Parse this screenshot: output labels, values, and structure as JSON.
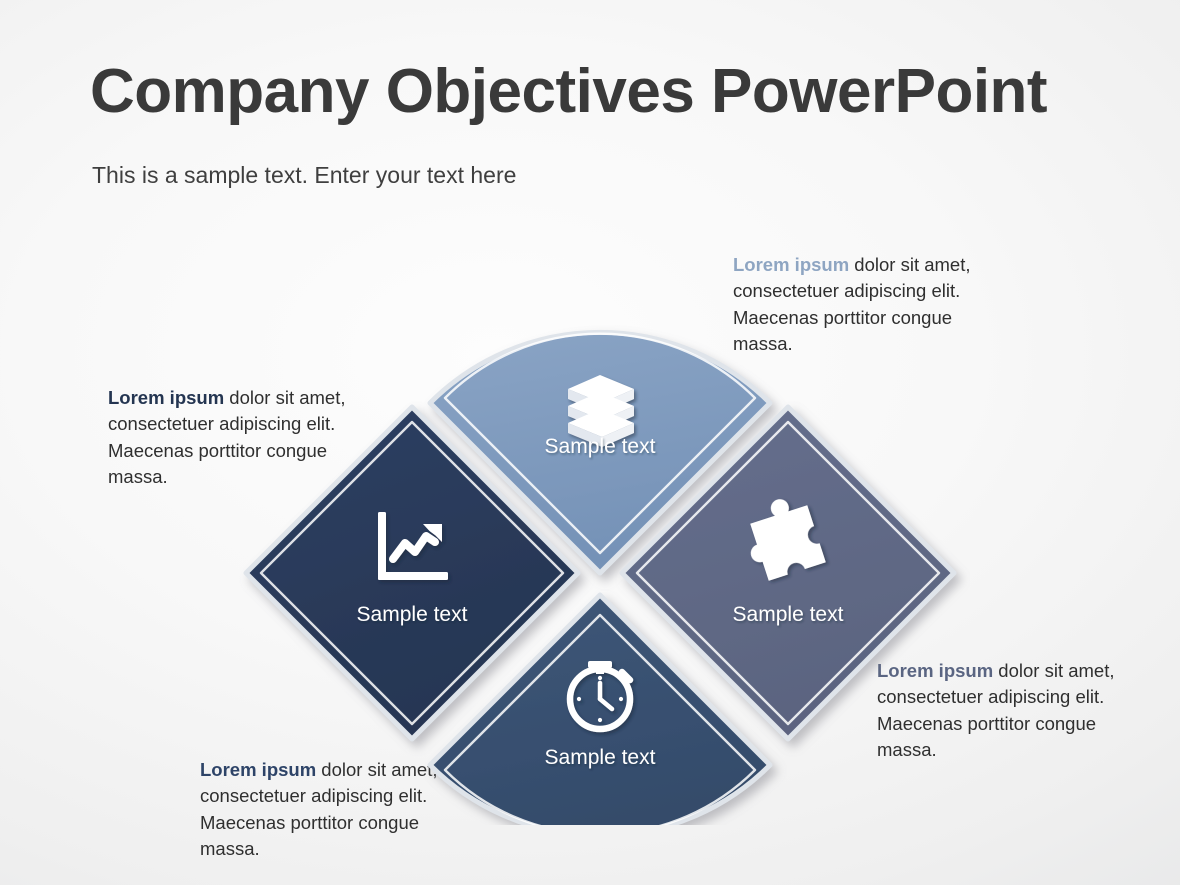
{
  "header": {
    "title": "Company Objectives PowerPoint",
    "subtitle": "This is a sample text. Enter your text here"
  },
  "colors": {
    "background_light": "#fbfbfb",
    "background_edge": "#e4e5e6",
    "title_text": "#3a3a3a",
    "body_text": "#2f2f2f",
    "segment_top": "#7e9bbf",
    "segment_left": "#2b3b5c",
    "segment_right": "#616a88",
    "segment_bottom": "#3a5272",
    "accent_top_bold": "#8ea5c2",
    "accent_left_bold": "#243551",
    "accent_bottom_bold": "#2e4468",
    "accent_right_bold": "#5a6582",
    "label_text": "#ffffff",
    "icon": "#ffffff"
  },
  "diagram": {
    "type": "four-segment-objectives-wheel",
    "segments": [
      {
        "id": "top",
        "position": "top",
        "shape": "fan-wedge-down",
        "fill": "#7e9bbf",
        "icon": "stacked-books-icon",
        "label": "Sample text"
      },
      {
        "id": "left",
        "position": "left",
        "shape": "diamond",
        "fill": "#2b3b5c",
        "icon": "growth-chart-icon",
        "label": "Sample text"
      },
      {
        "id": "right",
        "position": "right",
        "shape": "diamond",
        "fill": "#616a88",
        "icon": "puzzle-piece-icon",
        "label": "Sample text"
      },
      {
        "id": "bottom",
        "position": "bottom",
        "shape": "fan-wedge-up",
        "fill": "#3a5272",
        "icon": "stopwatch-icon",
        "label": "Sample text"
      }
    ]
  },
  "descriptions": {
    "top_right": {
      "lead": "Lorem ipsum",
      "body": " dolor sit amet, consectetuer adipiscing elit. Maecenas porttitor congue massa.",
      "lead_color": "#8ea5c2"
    },
    "left": {
      "lead": "Lorem ipsum",
      "body": " dolor sit amet, consectetuer adipiscing elit. Maecenas porttitor congue massa.",
      "lead_color": "#243551"
    },
    "bottom_left": {
      "lead": "Lorem ipsum",
      "body": " dolor sit amet, consectetuer adipiscing elit. Maecenas porttitor congue massa.",
      "lead_color": "#2e4468"
    },
    "bottom_right": {
      "lead": "Lorem ipsum",
      "body": " dolor sit amet, consectetuer adipiscing elit. Maecenas porttitor congue massa.",
      "lead_color": "#5a6582"
    }
  }
}
